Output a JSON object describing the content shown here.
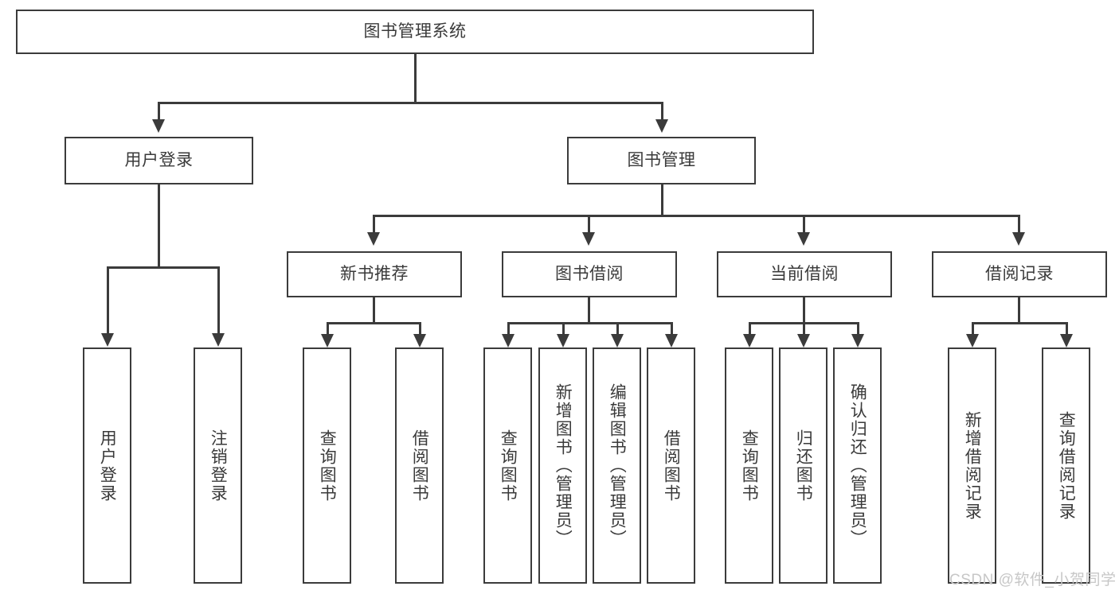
{
  "diagram": {
    "title": "图书管理系统",
    "root": {
      "label": "图书管理系统"
    },
    "level2": [
      {
        "label": "用户登录"
      },
      {
        "label": "图书管理"
      }
    ],
    "level3": [
      {
        "label": "新书推荐"
      },
      {
        "label": "图书借阅"
      },
      {
        "label": "当前借阅"
      },
      {
        "label": "借阅记录"
      }
    ],
    "leaves": {
      "user_login": [
        {
          "label": "用户登录"
        },
        {
          "label": "注销登录"
        }
      ],
      "new_book_recommend": [
        {
          "label": "查询图书"
        },
        {
          "label": "借阅图书"
        }
      ],
      "book_borrow": [
        {
          "label": "查询图书"
        },
        {
          "label": "新增图书（管理员）"
        },
        {
          "label": "编辑图书（管理员）"
        },
        {
          "label": "借阅图书"
        }
      ],
      "current_borrow": [
        {
          "label": "查询图书"
        },
        {
          "label": "归还图书"
        },
        {
          "label": "确认归还（管理员）"
        }
      ],
      "borrow_record": [
        {
          "label": "新增借阅记录"
        },
        {
          "label": "查询借阅记录"
        }
      ]
    }
  },
  "watermark": {
    "text": "CSDN @软件_小贺同学"
  },
  "colors": {
    "stroke": "#3b3b3b",
    "text": "#3a3a3a",
    "background": "#ffffff",
    "watermark": "#c7c7c7"
  }
}
